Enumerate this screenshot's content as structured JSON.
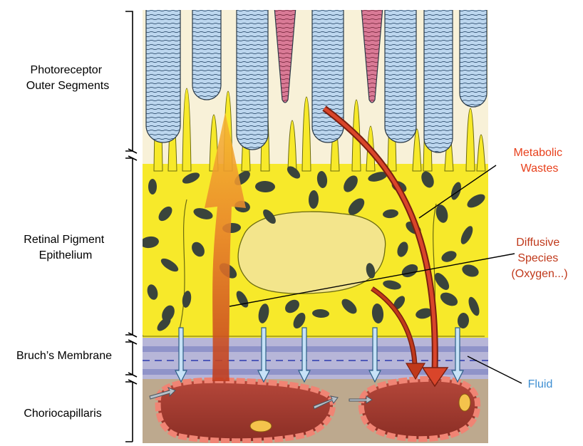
{
  "layers": {
    "photoreceptor": [
      "Photoreceptor",
      "Outer Segments"
    ],
    "rpe": [
      "Retinal Pigment",
      "Epithelium"
    ],
    "bruch": "Bruch’s Membrane",
    "chorio": "Choriocapillaris"
  },
  "annotations": {
    "metabolic": [
      "Metabolic",
      "Wastes"
    ],
    "diffusive": [
      "Diffusive",
      "Species",
      "(Oxygen...)"
    ],
    "fluid": "Fluid"
  },
  "colors": {
    "metabolic_text": "#e8401c",
    "diffusive_text": "#c0391b",
    "fluid_text": "#3f8fd2",
    "rpe_yellow": "#f7e92a",
    "pigment": "#3a443c",
    "rod_blue": "#bcd6ee",
    "cone_pink": "#d97a96",
    "capillary": "#b5473a",
    "bruch_purple": "#8f93c9"
  }
}
